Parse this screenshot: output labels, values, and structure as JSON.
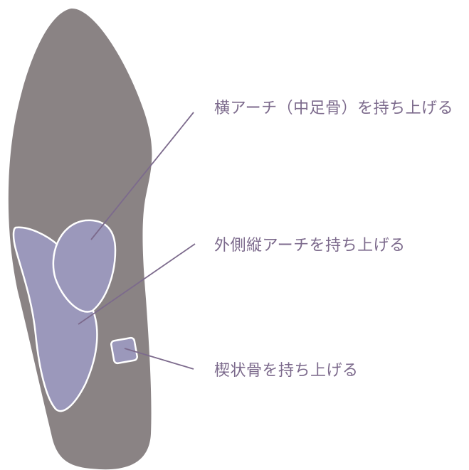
{
  "colors": {
    "background": "#ffffff",
    "sole": "#8a8384",
    "pad": "#9b98bb",
    "pad_outline": "#ffffff",
    "leader_line": "#7c6a8c",
    "label_text": "#7c6a8c"
  },
  "labels": {
    "transverse_arch": "横アーチ（中足骨）を持ち上げる",
    "lateral_arch": "外側縦アーチを持ち上げる",
    "cuneiform": "楔状骨を持ち上げる"
  }
}
